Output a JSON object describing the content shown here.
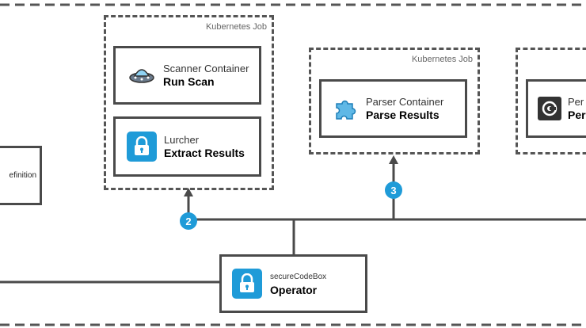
{
  "diagram": {
    "jobs": [
      {
        "label": "Kubernetes Job"
      },
      {
        "label": "Kubernetes Job"
      }
    ],
    "scanner": {
      "sub": "Scanner Container",
      "main": "Run Scan",
      "icon": "ufo-icon"
    },
    "lurcher": {
      "sub": "Lurcher",
      "main": "Extract Results",
      "icon": "lock-icon"
    },
    "parser": {
      "sub": "Parser Container",
      "main": "Parse Results",
      "icon": "puzzle-icon"
    },
    "persistence": {
      "sub": "Per",
      "main": "Per",
      "icon": "disk-icon"
    },
    "definition": {
      "text": "efinition"
    },
    "operator": {
      "sub": "secureCodeBox",
      "main": "Operator",
      "icon": "lock-icon"
    },
    "steps": [
      "2",
      "3"
    ],
    "colors": {
      "accent": "#1f9bd8",
      "border": "#4a4a4a",
      "dash": "#555555"
    }
  }
}
